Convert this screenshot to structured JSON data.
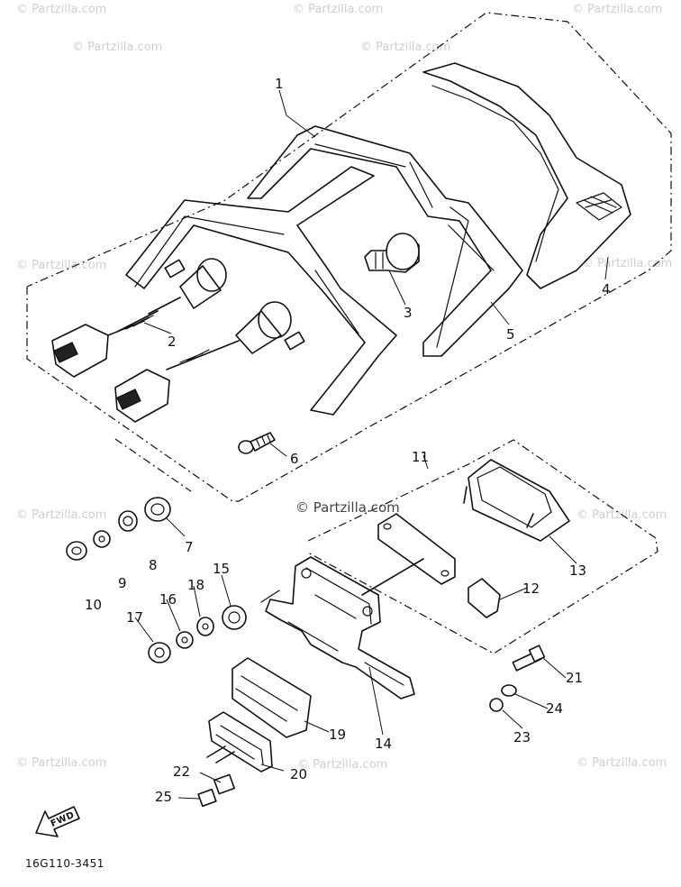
{
  "diagram": {
    "drawing_code": "16G110-3451",
    "watermark": "© Partzilla.com",
    "direction_label": "FWD",
    "callouts": [
      "1",
      "2",
      "3",
      "4",
      "5",
      "6",
      "7",
      "8",
      "9",
      "10",
      "11",
      "12",
      "13",
      "14",
      "15",
      "16",
      "17",
      "18",
      "19",
      "20",
      "21",
      "22",
      "23",
      "24",
      "25"
    ]
  },
  "colors": {
    "line": "#111111",
    "watermark": "#cfcfcf",
    "background": "#ffffff"
  }
}
